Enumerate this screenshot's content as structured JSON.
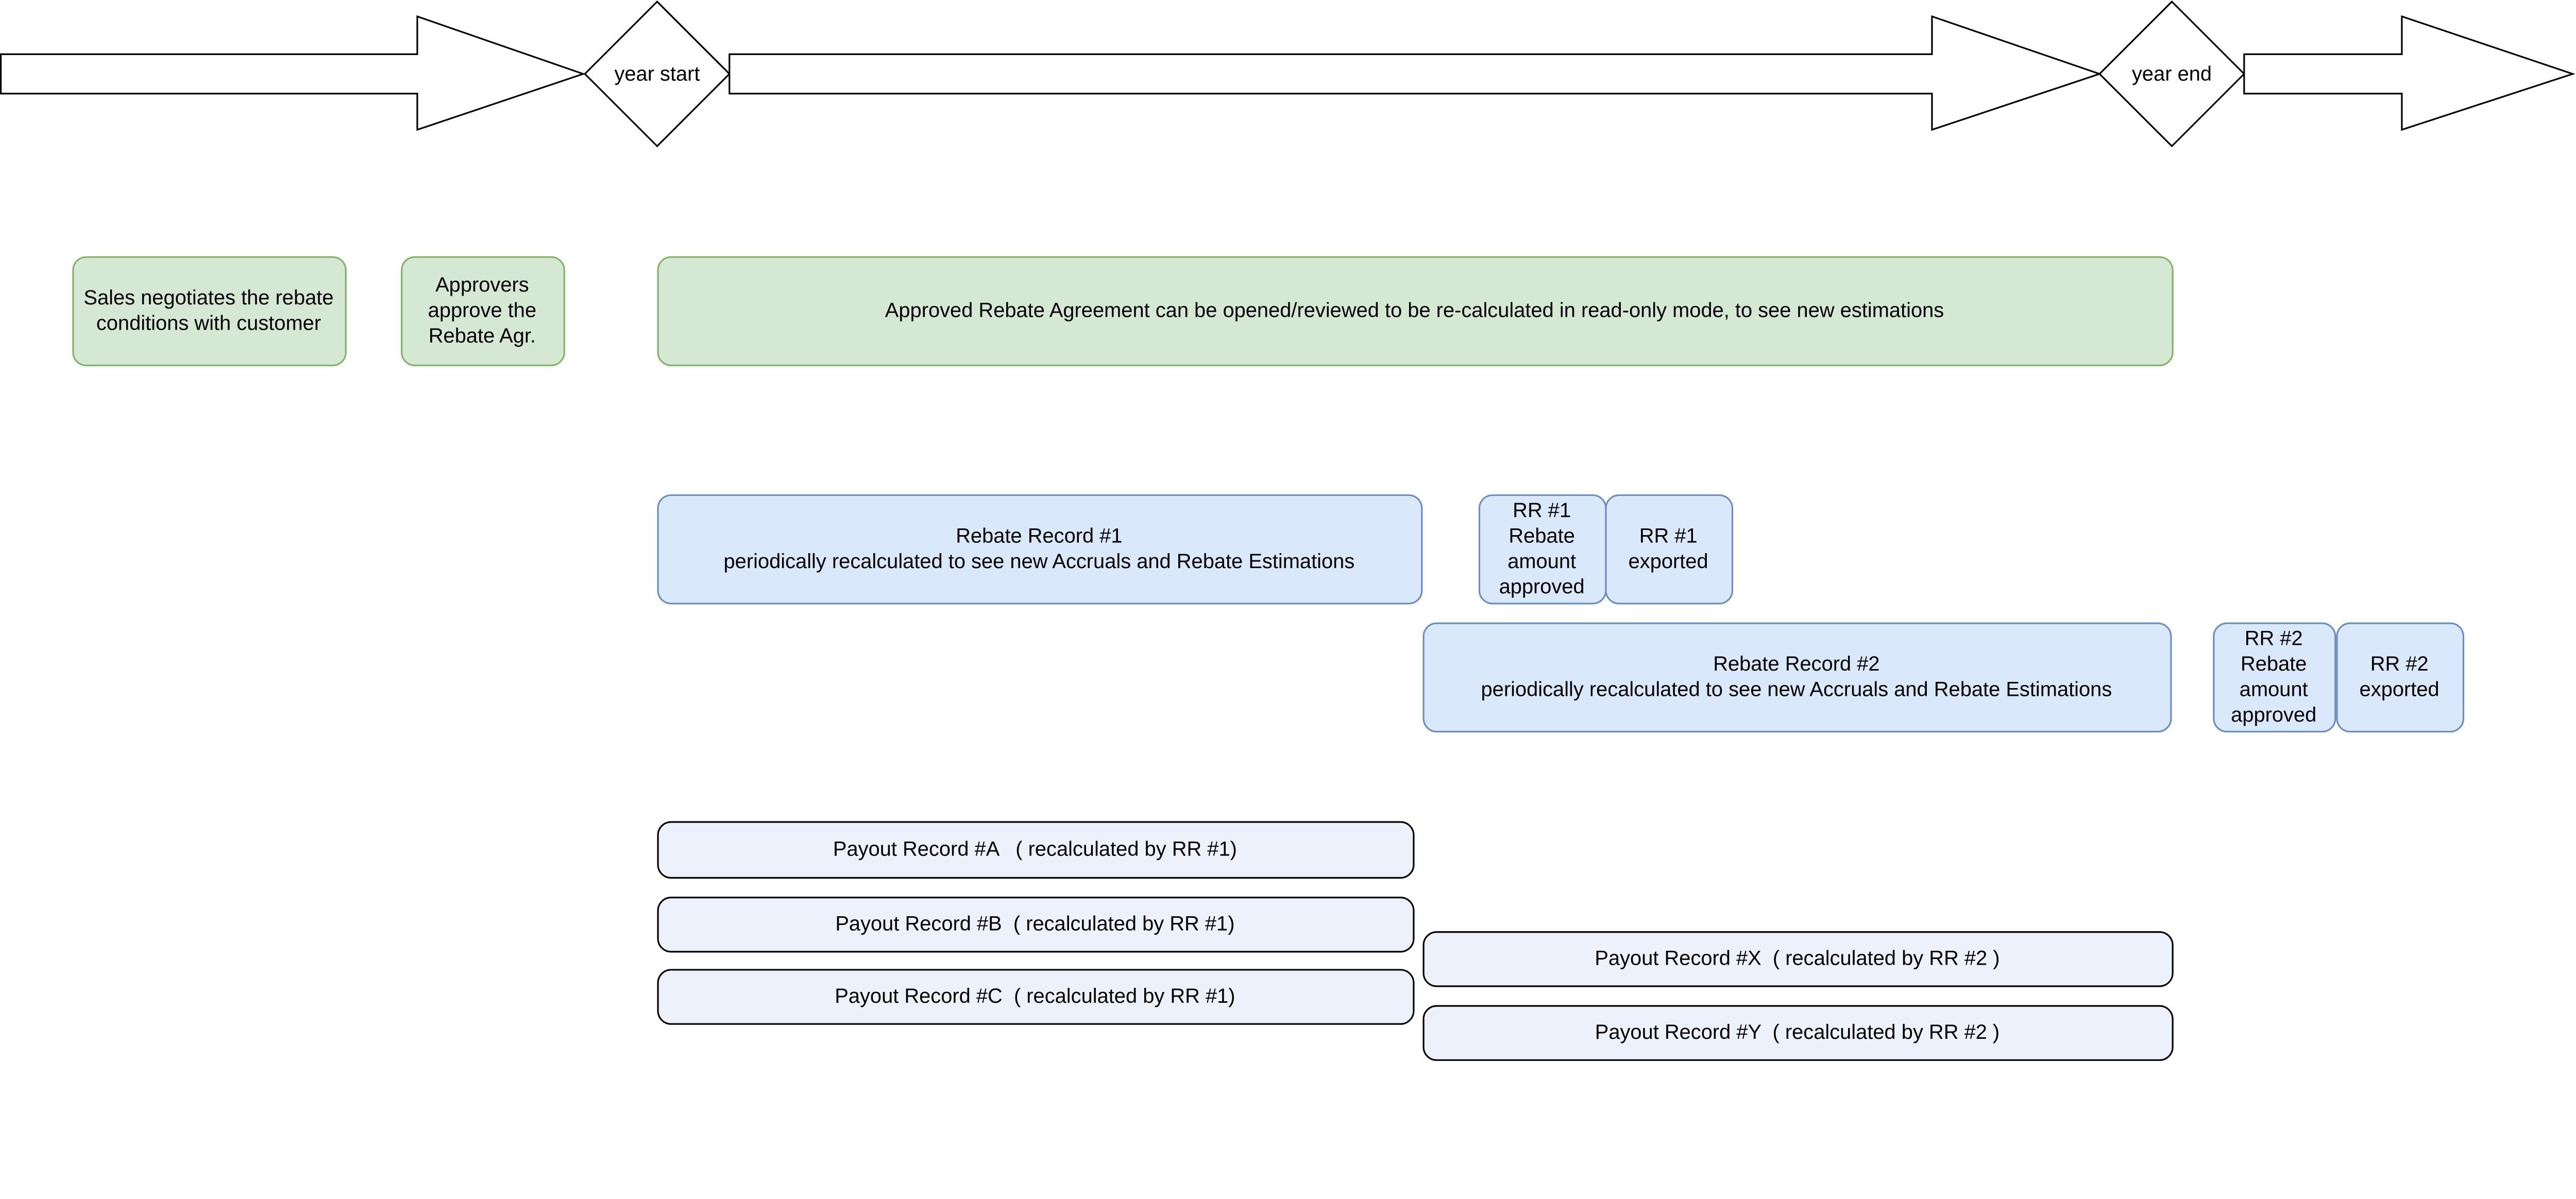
{
  "timeline": {
    "milestones": [
      {
        "label": "year start"
      },
      {
        "label": "year end"
      }
    ]
  },
  "colors": {
    "green_fill": "#d5e8d4",
    "green_stroke": "#82b366",
    "blue_fill": "#dae8fc",
    "blue_stroke": "#6c8ebf",
    "payout_fill": "#edf1fc",
    "payout_stroke": "#000000"
  },
  "agreement": {
    "sales": [
      "Sales negotiates the rebate",
      "conditions with customer"
    ],
    "approvers": [
      "Approvers",
      "approve the",
      "Rebate Agr."
    ],
    "approved": [
      "Approved Rebate Agreement can be opened/reviewed to be re-calculated in read-only mode, to see new estimations"
    ]
  },
  "rebate_records": {
    "rr1": [
      "Rebate Record #1",
      "periodically recalculated to see new Accruals and Rebate Estimations"
    ],
    "rr1_approved": [
      "RR #1",
      "Rebate",
      "amount",
      "approved"
    ],
    "rr1_exported": [
      "RR #1",
      "exported"
    ],
    "rr2": [
      "Rebate Record #2",
      "periodically recalculated to see new Accruals and Rebate Estimations"
    ],
    "rr2_approved": [
      "RR #2",
      "Rebate",
      "amount",
      "approved"
    ],
    "rr2_exported": [
      "RR #2",
      "exported"
    ]
  },
  "payouts": {
    "a": [
      "Payout Record #A   ( recalculated by RR #1)"
    ],
    "b": [
      "Payout Record #B  ( recalculated by RR #1)"
    ],
    "c": [
      "Payout Record #C  ( recalculated by RR #1)"
    ],
    "x": [
      "Payout Record #X  ( recalculated by RR #2 )"
    ],
    "y": [
      "Payout Record #Y  ( recalculated by RR #2 )"
    ]
  }
}
